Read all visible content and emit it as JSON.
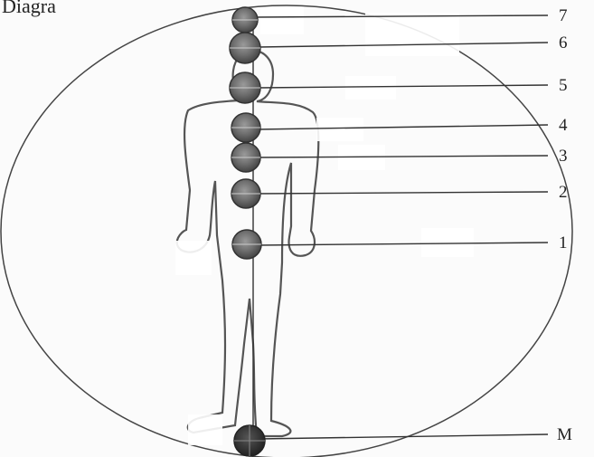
{
  "caption": "Diagra",
  "labels": [
    "7",
    "6",
    "5",
    "4",
    "3",
    "2",
    "1",
    "M"
  ]
}
